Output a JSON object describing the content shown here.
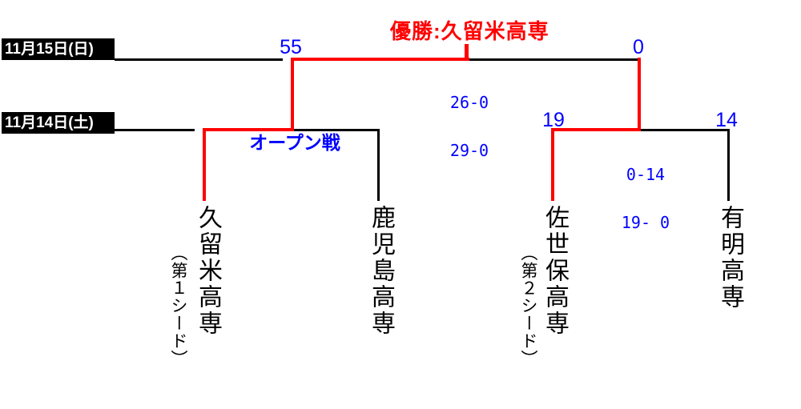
{
  "champion": {
    "label": "優勝:久留米高専"
  },
  "schedule": {
    "day2": "11月15日(日)",
    "day1": "11月14日(土)"
  },
  "final": {
    "left_score": "55",
    "right_score": "0",
    "half_scores": [
      "26-0",
      "29-0"
    ]
  },
  "semifinal_left": {
    "note": "オープン戦"
  },
  "semifinal_right": {
    "left_score": "19",
    "right_score": "14",
    "half_scores": [
      "0-14",
      "19- 0"
    ]
  },
  "teams": {
    "kurume": {
      "name": "久留米高専",
      "seed": "（第１シード）"
    },
    "kagoshima": {
      "name": "鹿児島高専"
    },
    "sasebo": {
      "name": "佐世保高専",
      "seed": "（第２シード）"
    },
    "ariake": {
      "name": "有明高専"
    }
  },
  "colors": {
    "winner_path": "#ff0000",
    "bracket_line": "#000000",
    "score_text": "#0000ff",
    "champion_text": "#ff0000",
    "date_label_bg": "#000000",
    "date_label_text": "#ffffff"
  }
}
